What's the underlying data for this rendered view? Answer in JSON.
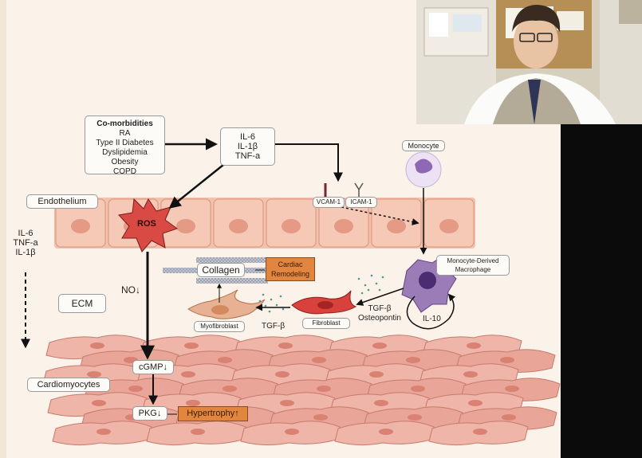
{
  "diagram": {
    "comorbidities": {
      "title": "Co-morbidities",
      "items": [
        "RA",
        "Type II Diabetes",
        "Dyslipidemia",
        "Obesity",
        "COPD"
      ]
    },
    "cytokines_top": [
      "IL-6",
      "IL-1β",
      "TNF-a"
    ],
    "cytokines_left": [
      "IL-6",
      "TNF-a",
      "IL-1β"
    ],
    "endothelium_label": "Endothelium",
    "ros_label": "ROS",
    "vcam_label": "VCAM-1",
    "icam_label": "ICAM-1",
    "monocyte_label": "Monocyte",
    "macrophage_label": [
      "Monocyte-Derived",
      "Macrophage"
    ],
    "il10_label": "IL-10",
    "no_label": "NO↓",
    "ecm_label": "ECM",
    "collagen_label": "Collagen",
    "cardiac_remodeling_label": [
      "Cardiac",
      "Remodeling"
    ],
    "myofibroblast_label": "Myofibroblast",
    "fibroblast_label": "Fibroblast",
    "tgf_label": "TGF-β",
    "tgf_osteopontin_label": [
      "TGF-β",
      "Osteopontin"
    ],
    "cgmp_label": "cGMP↓",
    "pkg_label": "PKG↓",
    "hypertrophy_label": "Hypertrophy↑",
    "cardiomyocytes_label": "Cardiomyocytes"
  },
  "webcam": {
    "icon": "presenter-video-feed"
  },
  "colors": {
    "background": "#fbf3e9",
    "endothelium": "#f0b7a3",
    "cardiomyocyte": "#eaa89d",
    "macrophage": "#9b7cb6",
    "accent_orange": "#e2853e"
  }
}
